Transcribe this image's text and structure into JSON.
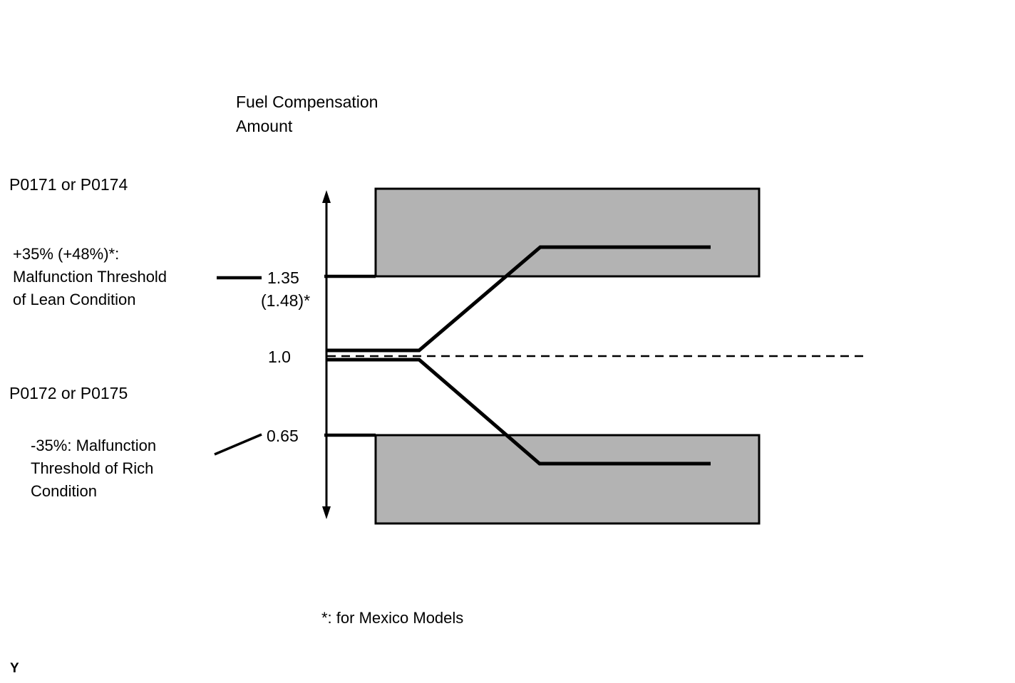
{
  "figure": {
    "axis_title": "Fuel Compensation\nAmount",
    "baseline": {
      "value": "1.0"
    },
    "lean": {
      "dtc": "P0171 or P0174",
      "threshold_label": "+35% (+48%)*:\nMalfunction Threshold\nof Lean Condition",
      "threshold_value": "1.35",
      "threshold_value_mexico": "(1.48)*"
    },
    "rich": {
      "dtc": "P0172 or P0175",
      "threshold_label": "-35%: Malfunction\nThreshold of Rich\nCondition",
      "threshold_value": "0.65"
    },
    "footnote": "*: for Mexico Models",
    "page_marker": "Y",
    "colors": {
      "malfunction_zone_fill": "#b3b3b3",
      "line": "#000000",
      "background": "#ffffff"
    }
  },
  "chart_data": {
    "type": "line",
    "title": "Fuel Compensation Amount",
    "ylabel": "Fuel Compensation Amount",
    "y_tick_labels": [
      "1.35 (1.48)*",
      "1.0",
      "0.65"
    ],
    "baseline_value": 1.0,
    "lean_threshold": 1.35,
    "lean_threshold_mexico": 1.48,
    "rich_threshold": 0.65,
    "series": [
      {
        "name": "Lean drift (P0171 or P0174)",
        "description": "holds at 1.0, rises through the +35% threshold (1.35), levels off inside the upper shaded malfunction zone"
      },
      {
        "name": "Rich drift (P0172 or P0175)",
        "description": "holds at 1.0, falls through the -35% threshold (0.65), levels off inside the lower shaded malfunction zone"
      }
    ],
    "regions": [
      {
        "name": "Lean malfunction zone",
        "above": 1.35
      },
      {
        "name": "Rich malfunction zone",
        "below": 0.65
      }
    ],
    "annotations": [
      "+35% (+48%)*: Malfunction Threshold of Lean Condition",
      "-35%: Malfunction Threshold of Rich Condition",
      "*: for Mexico Models"
    ],
    "legend_position": "none",
    "grid": false
  }
}
